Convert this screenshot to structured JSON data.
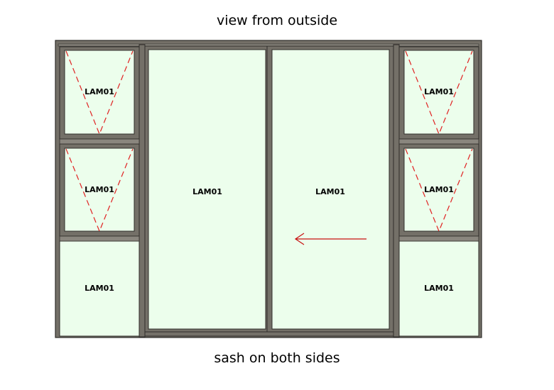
{
  "captions": {
    "top": "view from outside",
    "bottom": "sash on both sides"
  },
  "colors": {
    "frame": "#747068",
    "frame_dark": "#2f2d2a",
    "glass": "#ecfeec",
    "opening_lines": "#e02020",
    "arrow": "#c81010"
  },
  "panes": {
    "left_top": "LAM01",
    "left_middle": "LAM01",
    "left_bottom": "LAM01",
    "center_left": "LAM01",
    "center_right": "LAM01",
    "right_top": "LAM01",
    "right_middle": "LAM01",
    "right_bottom": "LAM01"
  }
}
